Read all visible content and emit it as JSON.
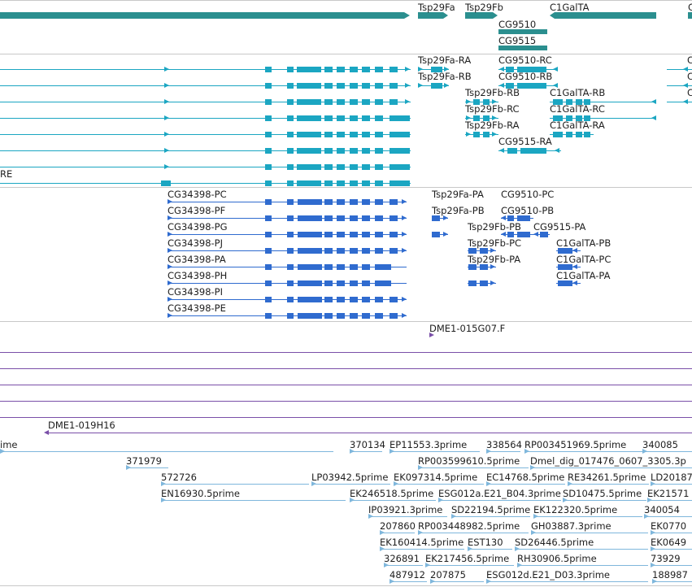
{
  "colors": {
    "gene_track": "#2b8f8f",
    "transcript_track": "#1ba6c2",
    "cds_track": "#2f6bcf",
    "clone_track": "#7a4fa8",
    "est_track": "#7fb7dc",
    "border": "#c8c8c8"
  },
  "gene_labels": [
    "Tsp29Fa",
    "Tsp29Fb",
    "C1GalTA",
    "C",
    "CG9510",
    "CG9515"
  ],
  "transcript_labels": [
    "Tsp29Fa-RA",
    "CG9510-RC",
    "Tsp29Fa-RB",
    "CG9510-RB",
    "Tsp29Fb-RB",
    "C1GalTA-RB",
    "Tsp29Fb-RC",
    "C1GalTA-RC",
    "Tsp29Fb-RA",
    "C1GalTA-RA",
    "CG9515-RA",
    "RE",
    "C",
    "C",
    "C"
  ],
  "cds_labels": [
    "CG34398-PC",
    "Tsp29Fa-PA",
    "CG9510-PC",
    "CG34398-PF",
    "Tsp29Fa-PB",
    "CG9510-PB",
    "CG34398-PG",
    "Tsp29Fb-PB",
    "CG9515-PA",
    "CG34398-PJ",
    "Tsp29Fb-PC",
    "C1GalTA-PB",
    "CG34398-PA",
    "Tsp29Fb-PA",
    "C1GalTA-PC",
    "CG34398-PH",
    "C1GalTA-PA",
    "CG34398-PI",
    "CG34398-PE"
  ],
  "clone_labels": [
    "DME1-015G07.F",
    "DME1-019H16"
  ],
  "est_labels": [
    "ime",
    "370134",
    "EP11553.3prime",
    "338564",
    "RP003451969.5prime",
    "340085",
    "371979",
    "RP003599610.5prime",
    "Dmel_dig_017476_0607_3305.3p",
    "572726",
    "LP03942.5prime",
    "EK097314.5prime",
    "EC14768.5prime",
    "RE34261.5prime",
    "LD20187",
    "EN16930.5prime",
    "EK246518.5prime",
    "ESG012a.E21_B04.3prime",
    "SD10475.5prime",
    "EK21571",
    "IP03921.3prime",
    "SD22194.5prime",
    "EK122320.5prime",
    "340054",
    "207860",
    "RP003448982.5prime",
    "GH03887.3prime",
    "EK0770",
    "EK160414.5prime",
    "EST130",
    "SD26446.5prime",
    "EK0649",
    "326891",
    "EK217456.5prime",
    "RH30906.5prime",
    "73929",
    "487912",
    "207875",
    "ESG012d.E21_D03.3prime",
    "188987"
  ]
}
